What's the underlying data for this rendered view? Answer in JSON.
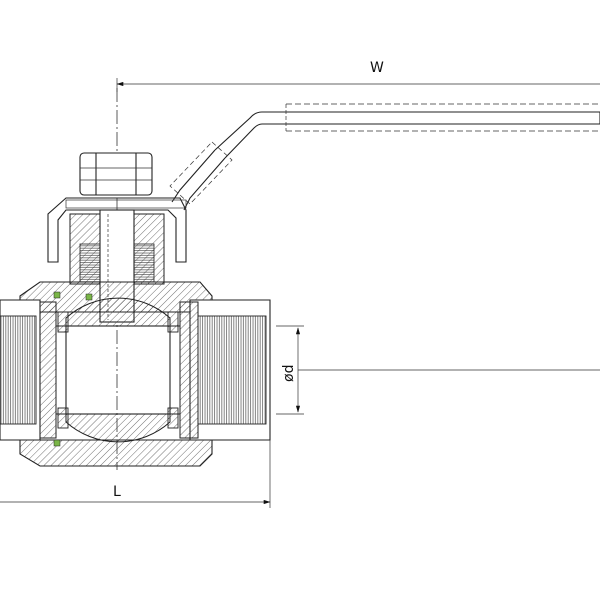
{
  "labels": {
    "width_dimension": "W",
    "length_dimension": "L",
    "bore_dimension": "ød"
  },
  "colors": {
    "line": "#222222",
    "background": "#ffffff",
    "seal": "#7ab648"
  }
}
